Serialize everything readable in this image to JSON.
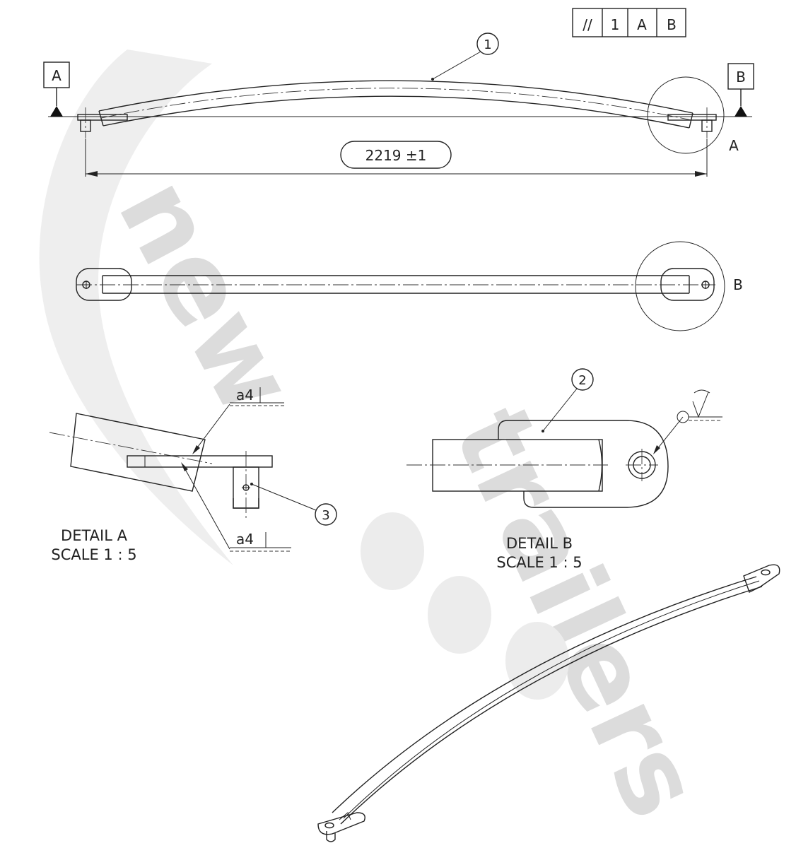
{
  "watermark": {
    "word1": "new",
    "word2": "trailers"
  },
  "tolerance_frame": {
    "symbol": "//",
    "value": "1",
    "datum1": "A",
    "datum2": "B"
  },
  "datums": {
    "left": "A",
    "right": "B"
  },
  "balloons": {
    "b1": "1",
    "b2": "2",
    "b3": "3"
  },
  "dimension": {
    "length": "2219 ±1"
  },
  "detail_refs": {
    "a": "A",
    "b": "B"
  },
  "weld": {
    "top": "a4",
    "bottom": "a4"
  },
  "detail_a": {
    "title": "DETAIL A",
    "scale": "SCALE 1 : 5"
  },
  "detail_b": {
    "title": "DETAIL B",
    "scale": "SCALE 1 : 5"
  },
  "colors": {
    "line": "#222222",
    "watermark": "#dcdcdc"
  }
}
